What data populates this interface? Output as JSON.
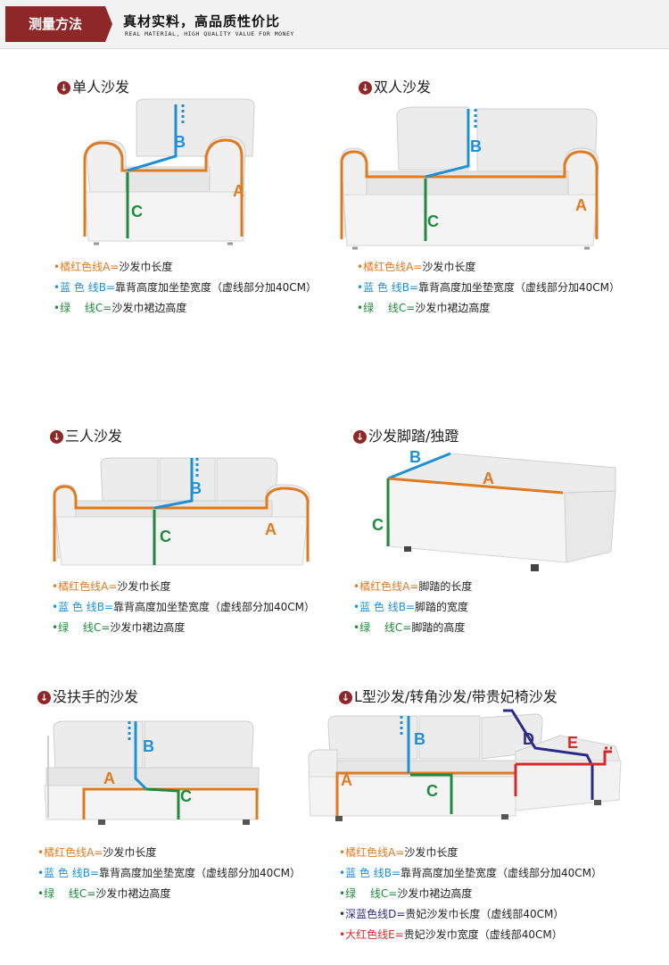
{
  "header": {
    "tab": "测量方法",
    "title": "真材实料，高品质性价比",
    "subtitle": "REAL MATERIAL, HIGH QUALITY VALUE FOR MONEY"
  },
  "icon": "download-circle-icon",
  "colors": {
    "brand": "#8e2828",
    "line_a_orange": "#e07a1f",
    "line_b_blue": "#1e90d6",
    "line_c_green": "#1f8a3b",
    "line_d_navy": "#2a2a8a",
    "line_e_red": "#d42a2a"
  },
  "sections": {
    "single": {
      "title": "单人沙发",
      "labels": {
        "a": "A",
        "b": "B",
        "c": "C"
      },
      "legend": [
        {
          "dot": "•",
          "color": "橘红色线A=",
          "text": "沙发巾长度"
        },
        {
          "dot": "•",
          "color": "蓝 色 线B=",
          "text": "靠背高度加坐垫宽度（虚线部分加40CM）"
        },
        {
          "dot": "•",
          "color": "绿 　线C=",
          "text": "沙发巾裙边高度"
        }
      ]
    },
    "double": {
      "title": "双人沙发",
      "labels": {
        "a": "A",
        "b": "B",
        "c": "C"
      },
      "legend": [
        {
          "dot": "•",
          "color": "橘红色线A=",
          "text": "沙发巾长度"
        },
        {
          "dot": "•",
          "color": "蓝 色 线B=",
          "text": "靠背高度加坐垫宽度（虚线部分加40CM）"
        },
        {
          "dot": "•",
          "color": "绿 　线C=",
          "text": "沙发巾裙边高度"
        }
      ]
    },
    "triple": {
      "title": "三人沙发",
      "labels": {
        "a": "A",
        "b": "B",
        "c": "C"
      },
      "legend": [
        {
          "dot": "•",
          "color": "橘红色线A=",
          "text": "沙发巾长度"
        },
        {
          "dot": "•",
          "color": "蓝 色 线B=",
          "text": "靠背高度加坐垫宽度（虚线部分加40CM）"
        },
        {
          "dot": "•",
          "color": "绿 　线C=",
          "text": "沙发巾裙边高度"
        }
      ]
    },
    "ottoman": {
      "title": "沙发脚踏/独蹬",
      "labels": {
        "a": "A",
        "b": "B",
        "c": "C"
      },
      "legend": [
        {
          "dot": "•",
          "color": "橘红色线A=",
          "text": "脚踏的长度"
        },
        {
          "dot": "•",
          "color": "蓝 色 线B=",
          "text": "脚踏的宽度"
        },
        {
          "dot": "•",
          "color": "绿 　线C=",
          "text": "脚踏的高度"
        }
      ]
    },
    "armless": {
      "title": "没扶手的沙发",
      "labels": {
        "a": "A",
        "b": "B",
        "c": "C"
      },
      "legend": [
        {
          "dot": "•",
          "color": "橘红色线A=",
          "text": "沙发巾长度"
        },
        {
          "dot": "•",
          "color": "蓝 色 线B=",
          "text": "靠背高度加坐垫宽度（虚线部分加40CM）"
        },
        {
          "dot": "•",
          "color": "绿 　线C=",
          "text": "沙发巾裙边高度"
        }
      ]
    },
    "lshape": {
      "title": "L型沙发/转角沙发/带贵妃椅沙发",
      "labels": {
        "a": "A",
        "b": "B",
        "c": "C",
        "d": "D",
        "e": "E"
      },
      "legend": [
        {
          "dot": "•",
          "color": "橘红色线A=",
          "text": "沙发巾长度"
        },
        {
          "dot": "•",
          "color": "蓝 色 线B=",
          "text": "靠背高度加坐垫宽度（虚线部分加40CM）"
        },
        {
          "dot": "•",
          "color": "绿 　线C=",
          "text": "沙发巾裙边高度"
        },
        {
          "dot": "•",
          "color": "深蓝色线D=",
          "text": "贵妃沙发巾长度（虚线部40CM）"
        },
        {
          "dot": "•",
          "color": "大红色线E=",
          "text": "贵妃沙发巾宽度（虚线部40CM）"
        }
      ]
    }
  }
}
